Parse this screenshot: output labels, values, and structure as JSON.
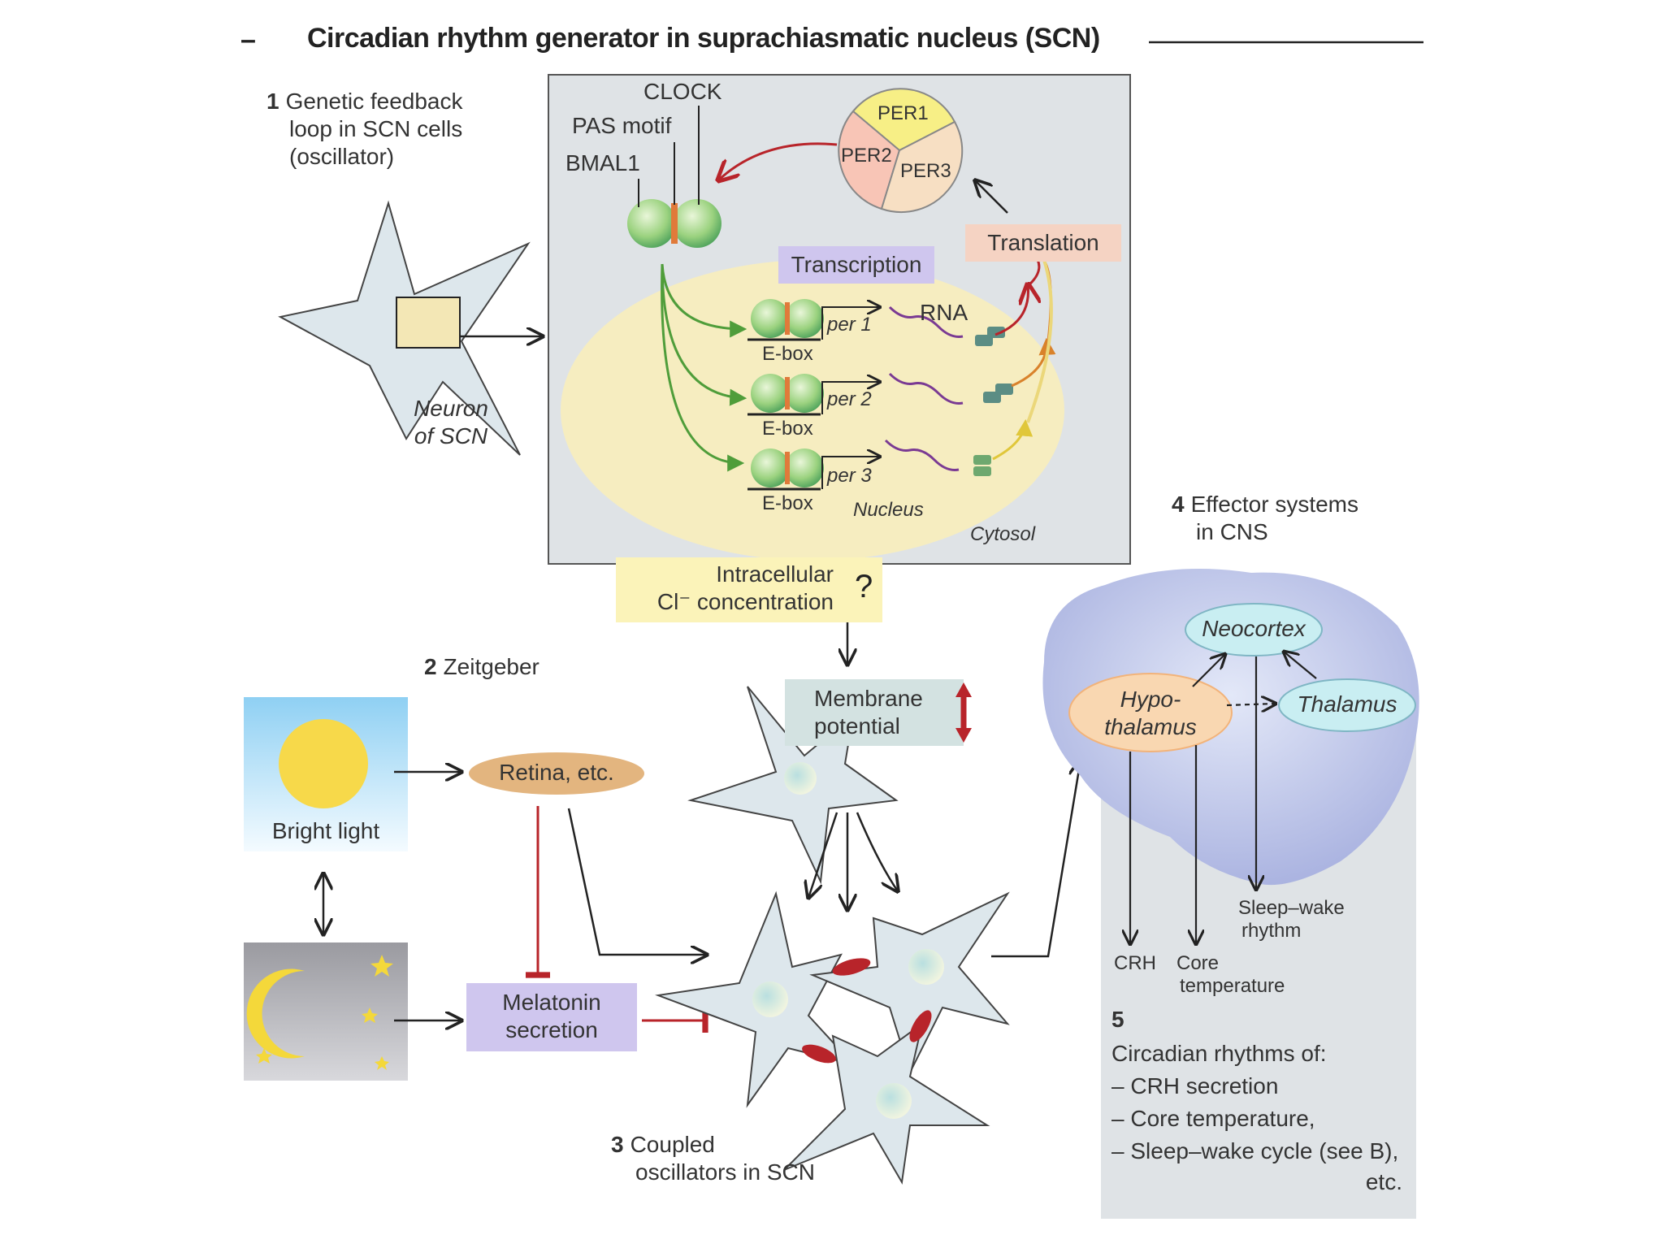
{
  "title": "Circadian rhythm generator in suprachiasmatic nucleus (SCN)",
  "title_dash": "–",
  "section1": {
    "number": "1",
    "title_line1": "Genetic feedback",
    "title_line2": "loop in SCN cells",
    "title_line3": "(oscillator)",
    "neuron_label_line1": "Neuron",
    "neuron_label_line2": "of SCN"
  },
  "feedback_loop": {
    "clock": "CLOCK",
    "pas_motif": "PAS motif",
    "bmal1": "BMAL1",
    "per1": "PER1",
    "per2": "PER2",
    "per3": "PER3",
    "translation": "Translation",
    "transcription": "Transcription",
    "rna": "RNA",
    "genes": [
      {
        "gene": "per 1",
        "box": "E-box"
      },
      {
        "gene": "per 2",
        "box": "E-box"
      },
      {
        "gene": "per 3",
        "box": "E-box"
      }
    ],
    "nucleus": "Nucleus",
    "cytosol": "Cytosol"
  },
  "intracellular": {
    "line1": "Intracellular",
    "line2": "Cl⁻ concentration",
    "question": "?"
  },
  "section2": {
    "number": "2",
    "title": "Zeitgeber"
  },
  "bright_light": "Bright light",
  "retina": "Retina, etc.",
  "melatonin_line1": "Melatonin",
  "melatonin_line2": "secretion",
  "membrane_line1": "Membrane",
  "membrane_line2": "potential",
  "section3": {
    "number": "3",
    "line1": "Coupled",
    "line2": "oscillators in SCN"
  },
  "section4": {
    "number": "4",
    "line1": "Effector systems",
    "line2": "in CNS"
  },
  "brain": {
    "neocortex": "Neocortex",
    "hypo_line1": "Hypo-",
    "hypo_line2": "thalamus",
    "thalamus": "Thalamus",
    "sleep_line1": "Sleep–wake",
    "sleep_line2": "rhythm",
    "crh": "CRH",
    "core_line1": "Core",
    "core_line2": "temperature"
  },
  "section5": {
    "number": "5",
    "heading": "Circadian rhythms of:",
    "items": [
      "– CRH secretion",
      "– Core temperature,",
      "– Sleep–wake cycle (see B),"
    ],
    "etc": "etc."
  },
  "colors": {
    "panel_gray": "#dfe3e6",
    "nucleus_yellow": "#f6edc0",
    "transcription_purple": "#cfc6ee",
    "translation_peach": "#f5d3c3",
    "retina_tan": "#e3b57f",
    "intracellular_yellow": "#fbf3b9",
    "membrane_teal": "#d3e2e1",
    "cell_blue": "#d9e6ec",
    "brain_purple": "#b8c0e6",
    "neocortex_teal": "#c9eef2",
    "hypothalamus_orange": "#f9d7b1",
    "arrow_red": "#b8242a",
    "arrow_green": "#4f9d3a"
  }
}
